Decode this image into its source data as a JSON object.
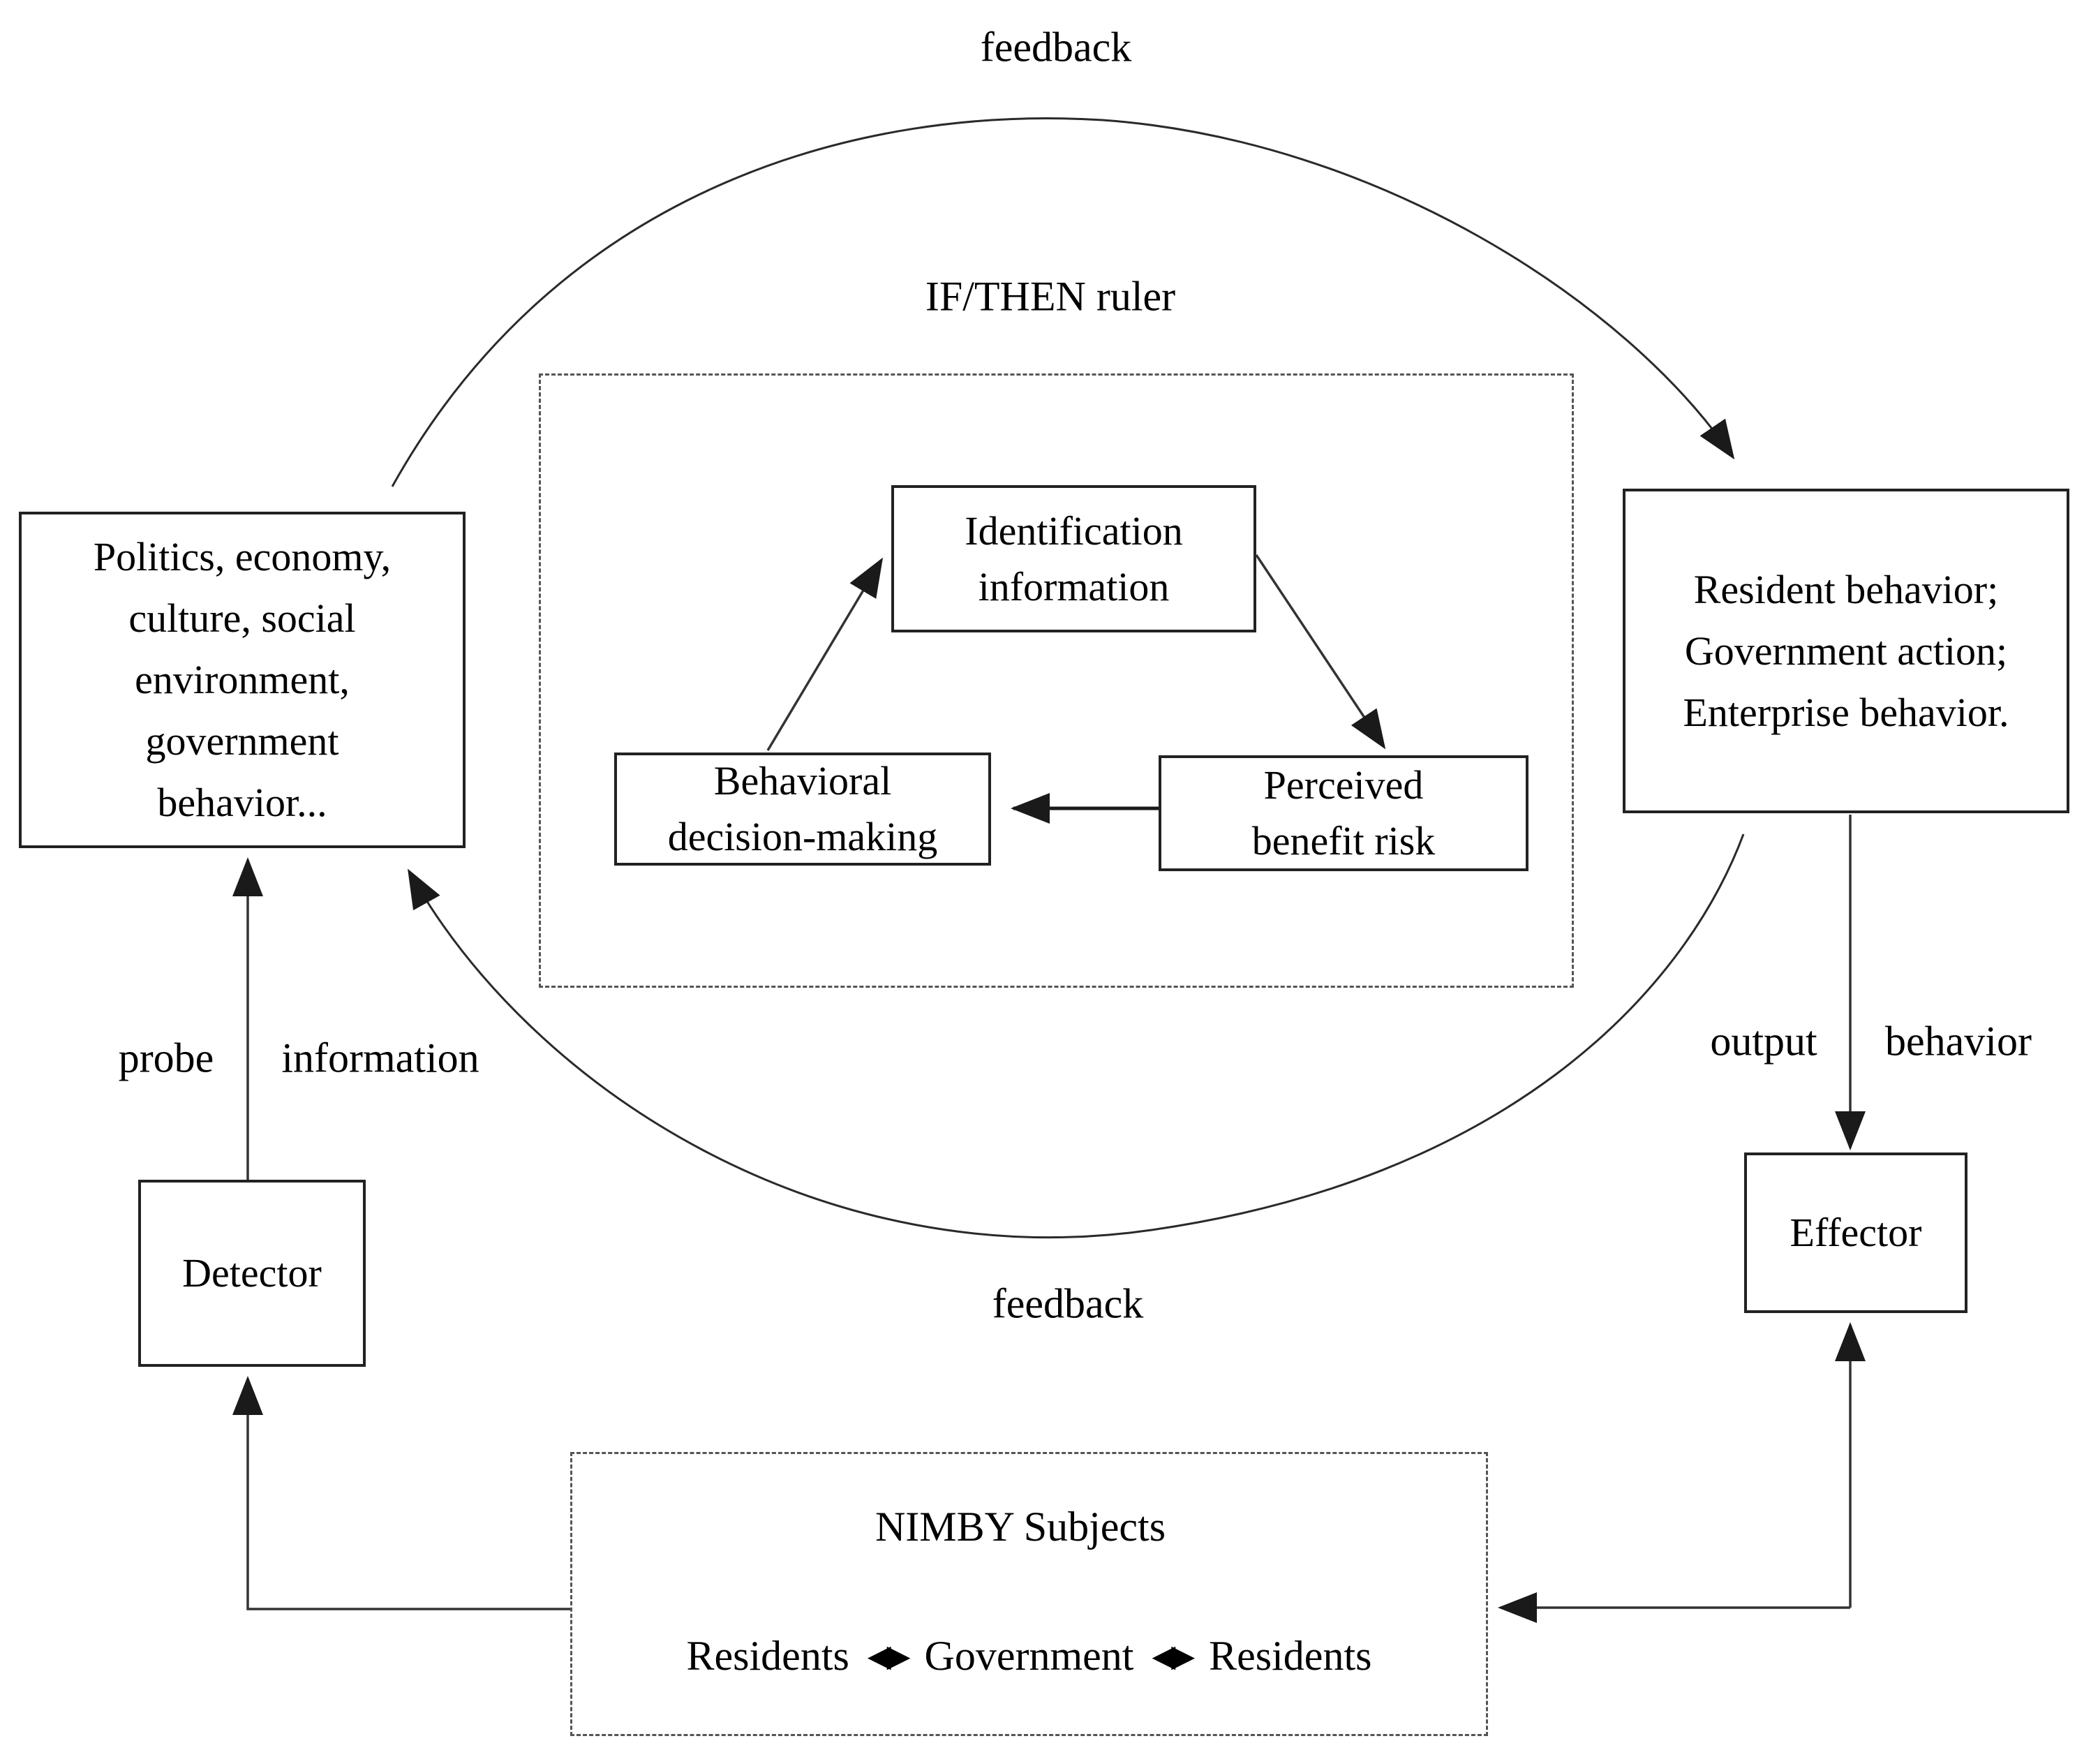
{
  "labels": {
    "feedback_top": "feedback",
    "feedback_bottom": "feedback",
    "rule": "IF/THEN ruler",
    "probe": "probe",
    "information": "information",
    "output": "output",
    "behavior": "behavior"
  },
  "boxes": {
    "environment": {
      "lines": [
        "Politics, economy,",
        "culture, social",
        "environment,",
        "government",
        "behavior..."
      ]
    },
    "identification": {
      "lines": [
        "Identification",
        "information"
      ]
    },
    "behavioral": {
      "lines": [
        "Behavioral",
        "decision-making"
      ]
    },
    "perceived": {
      "lines": [
        "Perceived",
        "benefit risk"
      ]
    },
    "system_output": {
      "lines": [
        "Resident behavior;",
        "Government action;",
        "Enterprise behavior."
      ]
    },
    "detector": {
      "label": "Detector"
    },
    "effector": {
      "label": "Effector"
    },
    "nimby": {
      "title": "NIMBY Subjects",
      "members": [
        "Residents",
        "Government",
        "Residents"
      ],
      "link_arrow": "◀▶"
    }
  },
  "colors": {
    "background": "#ffffff",
    "text": "#000000",
    "box_border": "#222222",
    "dashed_border": "#555555",
    "connector": "#333333"
  }
}
